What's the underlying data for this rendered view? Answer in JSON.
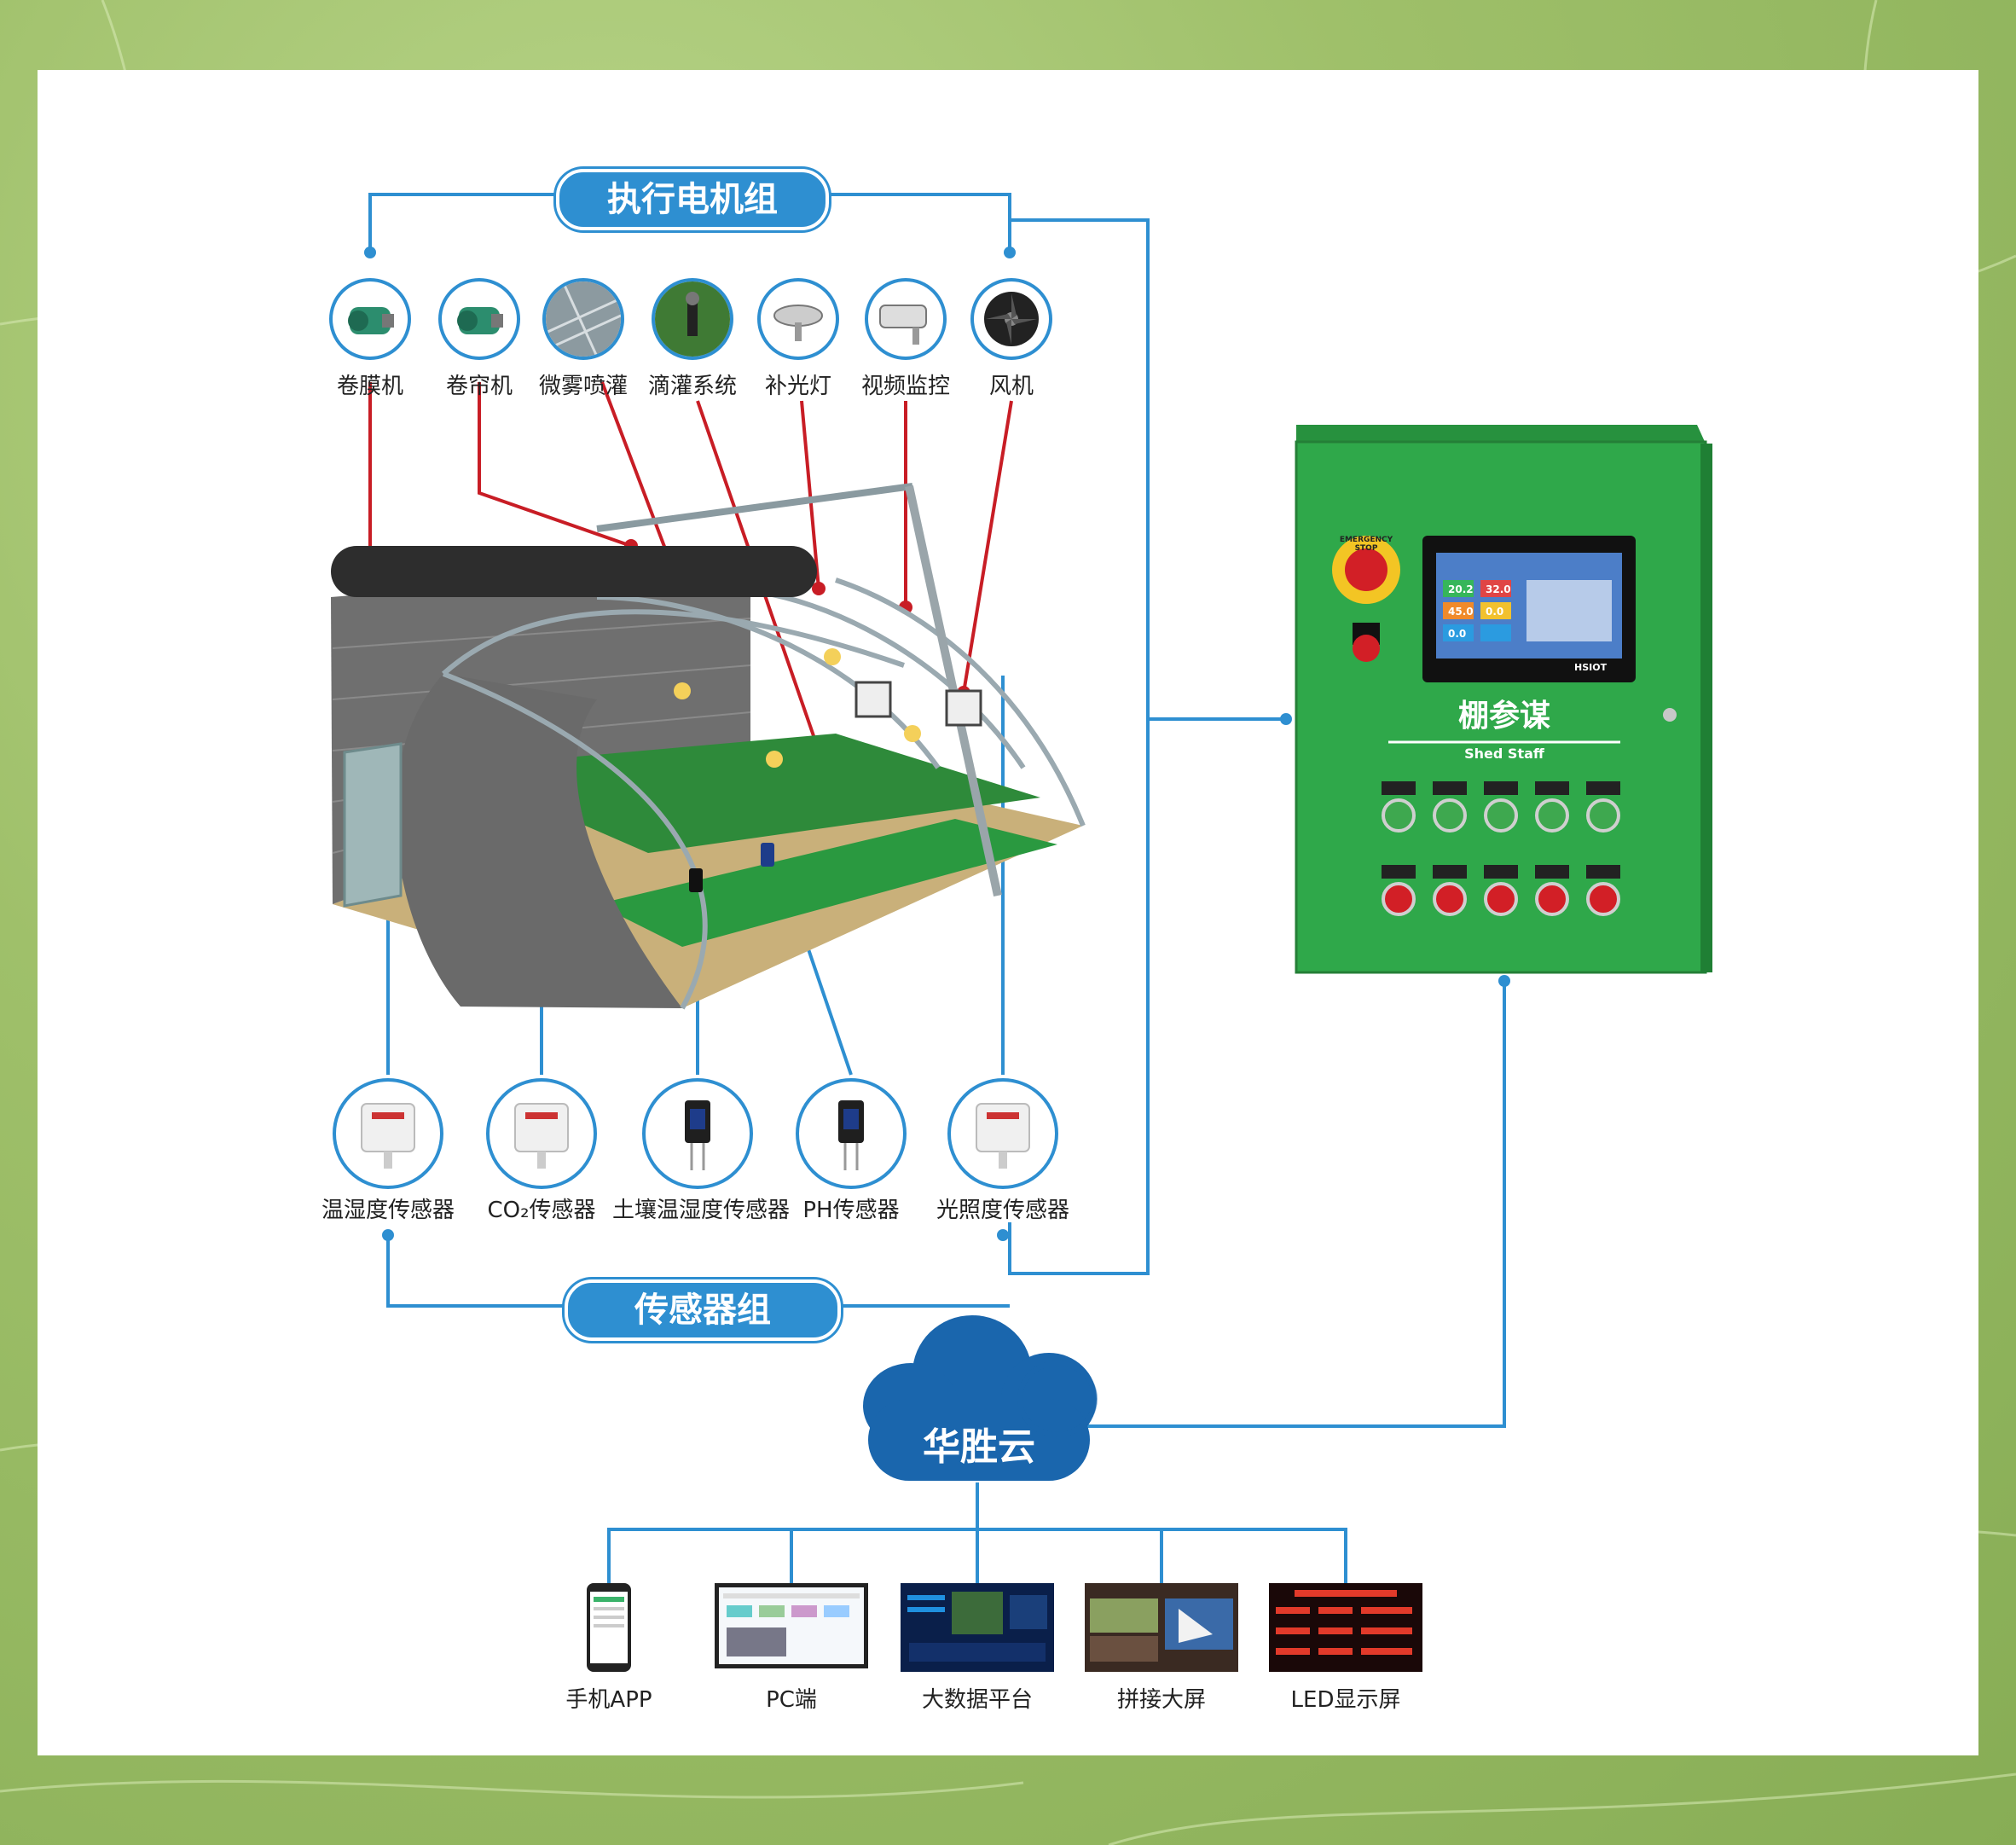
{
  "colors": {
    "line_blue": "#2e8fd1",
    "line_red": "#c81d25",
    "cabinet_green": "#2fa84a",
    "cloud_blue": "#1a66ad"
  },
  "motor_group": {
    "title": "执行电机组",
    "items": [
      {
        "label": "卷膜机",
        "icon": "pump-icon"
      },
      {
        "label": "卷帘机",
        "icon": "pump-icon"
      },
      {
        "label": "微雾喷灌",
        "icon": "mist-spray-icon"
      },
      {
        "label": "滴灌系统",
        "icon": "drip-irrigation-icon"
      },
      {
        "label": "补光灯",
        "icon": "lamp-icon"
      },
      {
        "label": "视频监控",
        "icon": "camera-icon"
      },
      {
        "label": "风机",
        "icon": "fan-icon"
      }
    ]
  },
  "sensor_group": {
    "title": "传感器组",
    "items": [
      {
        "label": "温湿度传感器",
        "icon": "sensor-box-icon"
      },
      {
        "label": "CO₂传感器",
        "icon": "sensor-box-icon"
      },
      {
        "label": "土壤温湿度传感器",
        "icon": "soil-probe-icon"
      },
      {
        "label": "PH传感器",
        "icon": "soil-probe-icon"
      },
      {
        "label": "光照度传感器",
        "icon": "sensor-box-icon"
      }
    ]
  },
  "cabinet": {
    "title": "棚参谋",
    "subtitle": "Shed Staff",
    "stop_label": "EMERGENCY STOP",
    "screen_brand": "HSIOT",
    "screen_values": [
      "20.2",
      "32.0",
      "45.0",
      "0.0",
      "0.0"
    ]
  },
  "cloud": {
    "name": "华胜云"
  },
  "terminals": [
    {
      "label": "手机APP",
      "icon": "phone-icon"
    },
    {
      "label": "PC端",
      "icon": "monitor-icon"
    },
    {
      "label": "大数据平台",
      "icon": "dashboard-icon"
    },
    {
      "label": "拼接大屏",
      "icon": "video-wall-icon"
    },
    {
      "label": "LED显示屏",
      "icon": "led-board-icon"
    }
  ]
}
